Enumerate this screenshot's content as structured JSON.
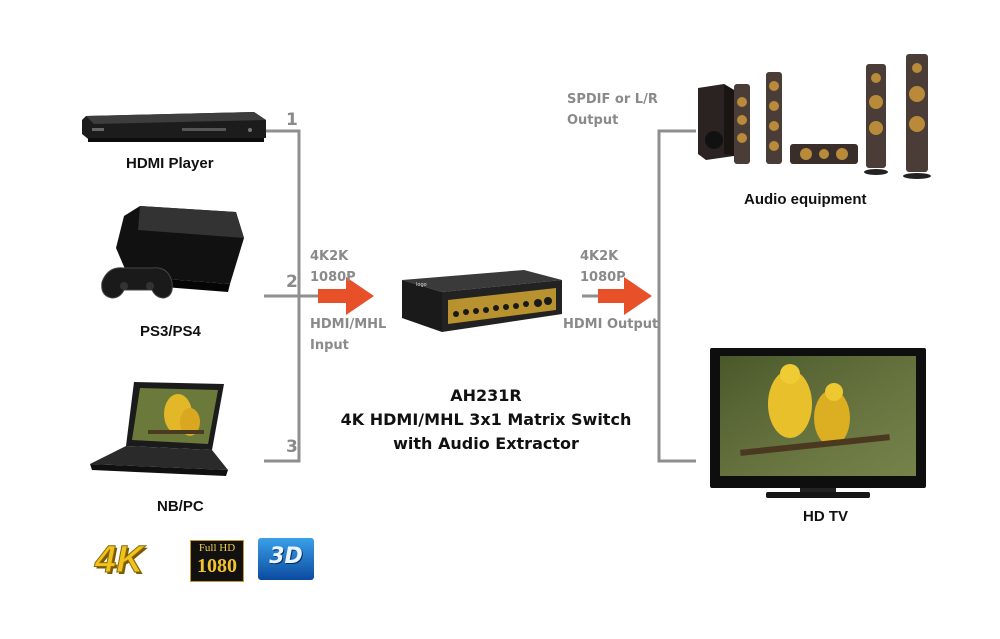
{
  "sources": {
    "hdmi_player": {
      "label": "HDMI Player",
      "port": "1"
    },
    "ps": {
      "label": "PS3/PS4",
      "port": "2"
    },
    "nb_pc": {
      "label": "NB/PC",
      "port": "3"
    }
  },
  "input": {
    "resolution_line1": "4K2K",
    "resolution_line2": "1080P",
    "type_line1": "HDMI/MHL",
    "type_line2": "Input"
  },
  "output": {
    "resolution_line1": "4K2K",
    "resolution_line2": "1080P",
    "type": "HDMI Output"
  },
  "audio": {
    "out_line1": "SPDIF or L/R",
    "out_line2": "Output",
    "label": "Audio equipment"
  },
  "tv": {
    "label": "HD TV"
  },
  "device": {
    "model": "AH231R",
    "desc_line1": "4K HDMI/MHL 3x1 Matrix Switch",
    "desc_line2": "with Audio Extractor"
  },
  "badges": {
    "k4": "4K",
    "fullhd_line1": "Full HD",
    "fullhd_line2": "1080",
    "d3": "3D"
  },
  "colors": {
    "wire": "#8f8f8f",
    "arrow": "#e8502a",
    "gold": "#c9a23c"
  }
}
